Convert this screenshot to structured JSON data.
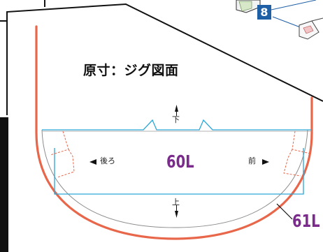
{
  "title": "原寸：ジグ図面",
  "callout_number": "8",
  "labels": {
    "down": "下",
    "up": "上",
    "back": "後ろ",
    "front": "前",
    "inner_size": "60L",
    "outer_size": "61L"
  },
  "colors": {
    "outline_orange": "#e8674a",
    "jig_blue": "#2aa6d6",
    "size_purple": "#7a2b8b",
    "badge_blue": "#1f5fa6",
    "line_black": "#111111"
  },
  "icons": {
    "up_arrow": "arrow-up-icon",
    "down_arrow": "arrow-down-icon",
    "left_arrow": "arrow-left-icon",
    "right_arrow": "arrow-right-icon"
  }
}
